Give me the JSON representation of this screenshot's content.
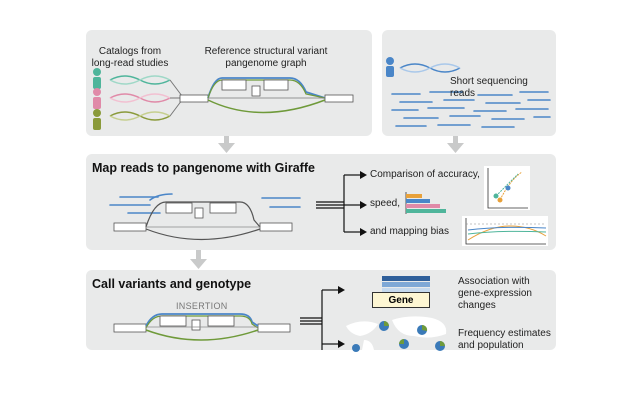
{
  "top": {
    "catalogs_label": "Catalogs from long-read studies",
    "reference_label": "Reference structural variant pangenome graph",
    "short_reads_label": "Short sequencing reads"
  },
  "middle": {
    "heading": "Map reads to pangenome with Giraffe",
    "accuracy_label": "Comparison of accuracy,",
    "speed_label": "speed,",
    "bias_label": "and mapping bias"
  },
  "bottom": {
    "heading": "Call variants and genotype",
    "insertion_label": "INSERTION",
    "gene_label": "Gene",
    "association_label": "Association with gene-expression changes",
    "frequency_label": "Frequency estimates and population"
  },
  "colors": {
    "panel": "#e9eaea",
    "blue": "#4a86c8",
    "green": "#6f9a3a",
    "pink": "#e08aa8",
    "teal": "#4fb59b",
    "orange": "#e8a13a",
    "gray_arrow": "#c9caca"
  }
}
